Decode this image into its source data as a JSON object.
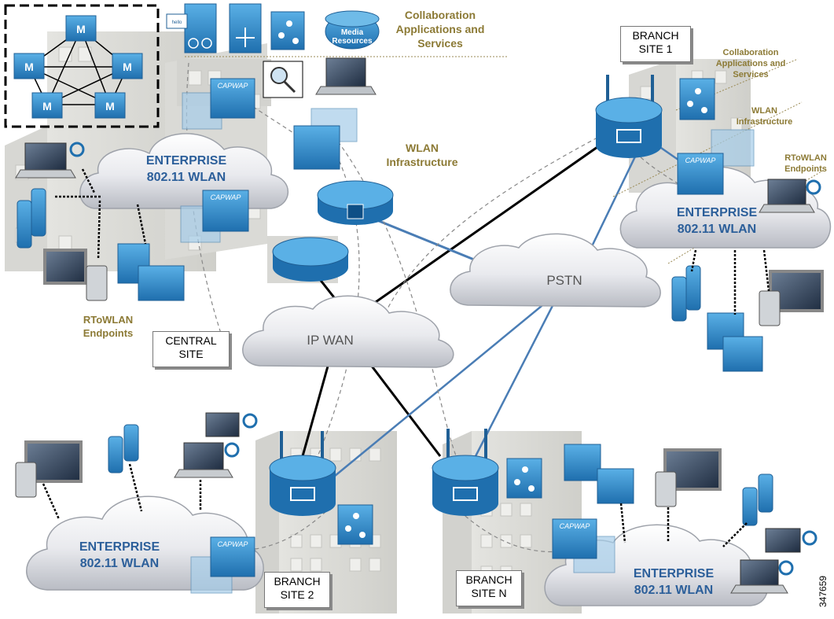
{
  "diagram": {
    "clouds": {
      "central_enterprise": {
        "line1": "ENTERPRISE",
        "line2": "802.11 WLAN"
      },
      "branch1_enterprise": {
        "line1": "ENTERPRISE",
        "line2": "802.11 WLAN"
      },
      "branch2_enterprise": {
        "line1": "ENTERPRISE",
        "line2": "802.11 WLAN"
      },
      "branchn_enterprise": {
        "line1": "ENTERPRISE",
        "line2": "802.11 WLAN"
      },
      "pstn": "PSTN",
      "ip_wan": "IP WAN"
    },
    "sites": {
      "central": "CENTRAL\nSITE",
      "branch1": "BRANCH\nSITE 1",
      "branch2": "BRANCH\nSITE 2",
      "branchn": "BRANCH\nSITE N"
    },
    "labels": {
      "collab_central": "Collaboration\nApplications and\nServices",
      "wlan_infra_central": "WLAN\nInfrastructure",
      "rtowlan_central": "RToWLAN\nEndpoints",
      "collab_branch1": "Collaboration\nApplications and\nServices",
      "wlan_infra_branch1": "WLAN\nInfrastructure",
      "rtowlan_branch1": "RToWLAN\nEndpoints",
      "media_resources": "Media\nResources",
      "capwap": "CAPWAP",
      "hello": "hello",
      "figure_id": "347659"
    },
    "colors": {
      "device_blue": "#2e7fc0",
      "device_light": "#5aa8dc",
      "link_blue": "#4a7db5",
      "link_black": "#000000",
      "label_olive": "#8c7a35",
      "cloud_text": "#2c5f9a"
    }
  }
}
